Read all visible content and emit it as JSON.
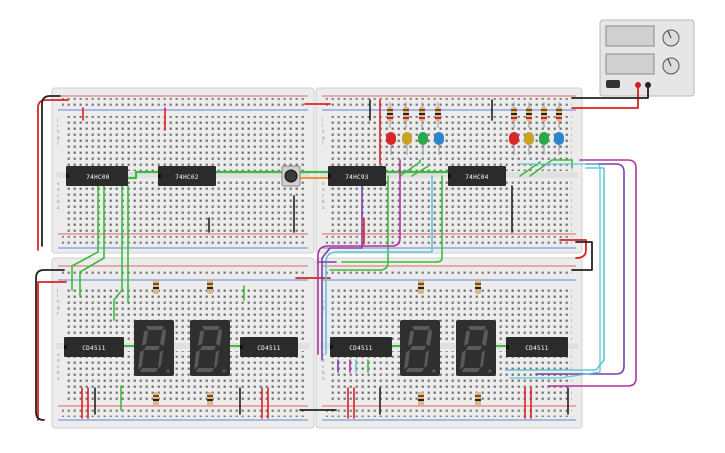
{
  "chips": [
    {
      "id": "u1",
      "label": "74HC00"
    },
    {
      "id": "u2",
      "label": "74HC02"
    },
    {
      "id": "u3",
      "label": "74HC93"
    },
    {
      "id": "u4",
      "label": "74HC04"
    },
    {
      "id": "u5",
      "label": "CD4511"
    },
    {
      "id": "u6",
      "label": "CD4511"
    },
    {
      "id": "u7",
      "label": "CD4511"
    },
    {
      "id": "u8",
      "label": "CD4511"
    }
  ],
  "row_letters": [
    "j",
    "i",
    "h",
    "g",
    "f",
    "e",
    "d",
    "c",
    "b",
    "a"
  ],
  "displays": [
    {
      "id": "d1",
      "digit": "8"
    },
    {
      "id": "d2",
      "digit": "8"
    },
    {
      "id": "d3",
      "digit": "8"
    },
    {
      "id": "d4",
      "digit": "8"
    }
  ],
  "led_colors_hex": {
    "red": "#d9262b",
    "yellow": "#c9a227",
    "green": "#2aa84a",
    "blue": "#2a86c9"
  },
  "wire_colors_hex": {
    "red": "#e02020",
    "black": "#222222",
    "green": "#3cbc3c",
    "purple": "#7b3fa8",
    "magenta": "#b2329c",
    "cyan": "#5cc8d8",
    "orange": "#e8892a"
  }
}
